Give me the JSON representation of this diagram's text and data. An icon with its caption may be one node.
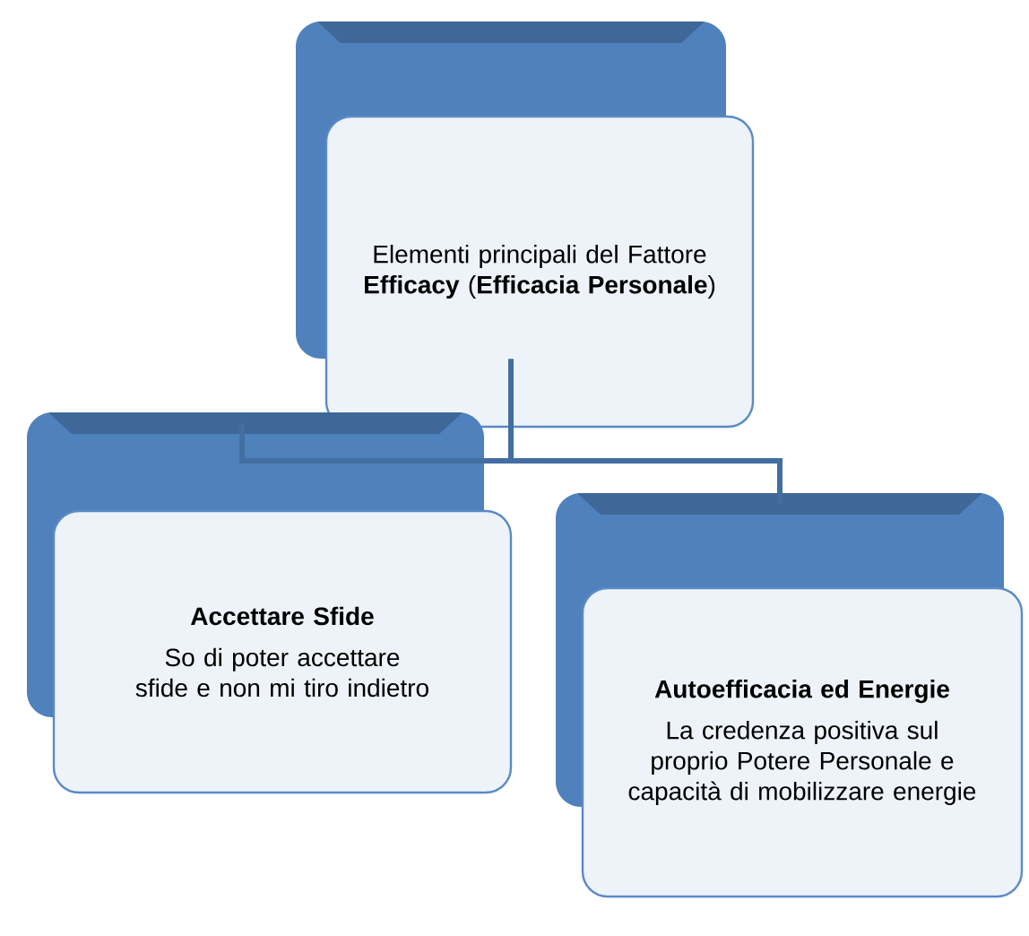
{
  "diagram": {
    "nodes": [
      {
        "text": [
          "Elementi principali del Fattore **Efficacy** (**Efficacia Personale**)"
        ]
      },
      {
        "text": [
          "Accettare Sfide",
          "So di poter accettare sfide e non mi tiro indietro"
        ]
      },
      {
        "text": [
          "Autoefficacia ed Energie",
          "La credenza positiva sul proprio Potere Personale e capacità di mobilizzare energie"
        ]
      }
    ],
    "edges": [
      {
        "from": 0,
        "to": 1,
        "arrow": "none"
      },
      {
        "from": 0,
        "to": 2,
        "arrow": "none"
      }
    ]
  }
}
